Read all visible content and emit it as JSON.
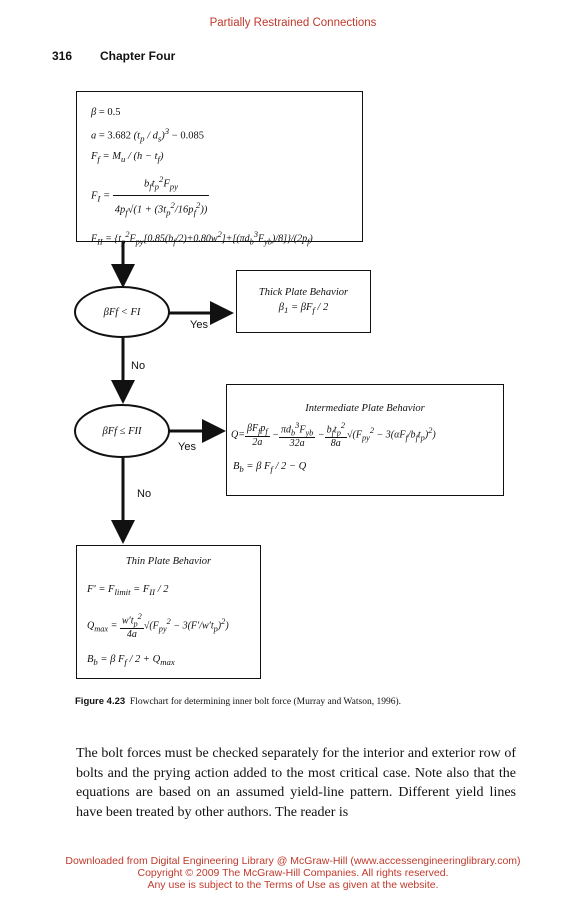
{
  "header": {
    "running_head": "Partially Restrained Connections",
    "page_number": "316",
    "chapter": "Chapter Four"
  },
  "flowchart": {
    "start_box": {
      "lines": [
        "β = 0.5",
        "a = 3.682 (tp / ds)³ − 0.085",
        "Ff = Mu / (h − tf)",
        "Fi = bf tp² Fpy / (4 pf √(1 + (3tp² / 16pf²)))",
        "FII = {tp² Fpy [0.85(bf / 2) + 0.80w²] + [(πdb³ Fyb) / 8]} / (2 pf)"
      ]
    },
    "decision1": {
      "text": "βFf < FI",
      "yes": "Yes",
      "no": "No"
    },
    "thick_box": {
      "title": "Thick Plate Behavior",
      "eq": "B1 = βFf / 2"
    },
    "decision2": {
      "text": "βFf ≤ FII",
      "yes": "Yes",
      "no": "No"
    },
    "intermediate_box": {
      "title": "Intermediate Plate Behavior",
      "eq1": "Q = βFfpf / 2a − πdb³Fyb / 32a − bf tp² / 8a √(Fpy² − 3(αFf / bf tp)²)",
      "eq2": "Bb = β Ff / 2 − Q"
    },
    "thin_box": {
      "title": "Thin Plate Behavior",
      "eq1": "F′ = Flimit = FII / 2",
      "eq2": "Qmax = w′tp² / 4a √(Fpy² − 3(F′ / w′tp)²)",
      "eq3": "Bb = β Ff / 2 + Qmax"
    }
  },
  "caption": {
    "label": "Figure 4.23",
    "text": "Flowchart for determining inner bolt force (Murray and Watson, 1996)."
  },
  "body_text": "The bolt forces must be checked separately for the interior and exterior row of bolts and the prying action added to the most critical case. Note also that the equations are based on an assumed yield-line pattern. Different yield lines have been treated by other authors. The reader is",
  "footer": {
    "line1": "Downloaded from Digital Engineering Library @ McGraw-Hill (www.accessengineeringlibrary.com)",
    "line2": "Copyright © 2009 The McGraw-Hill Companies. All rights reserved.",
    "line3": "Any use is subject to the Terms of Use as given at the website."
  }
}
